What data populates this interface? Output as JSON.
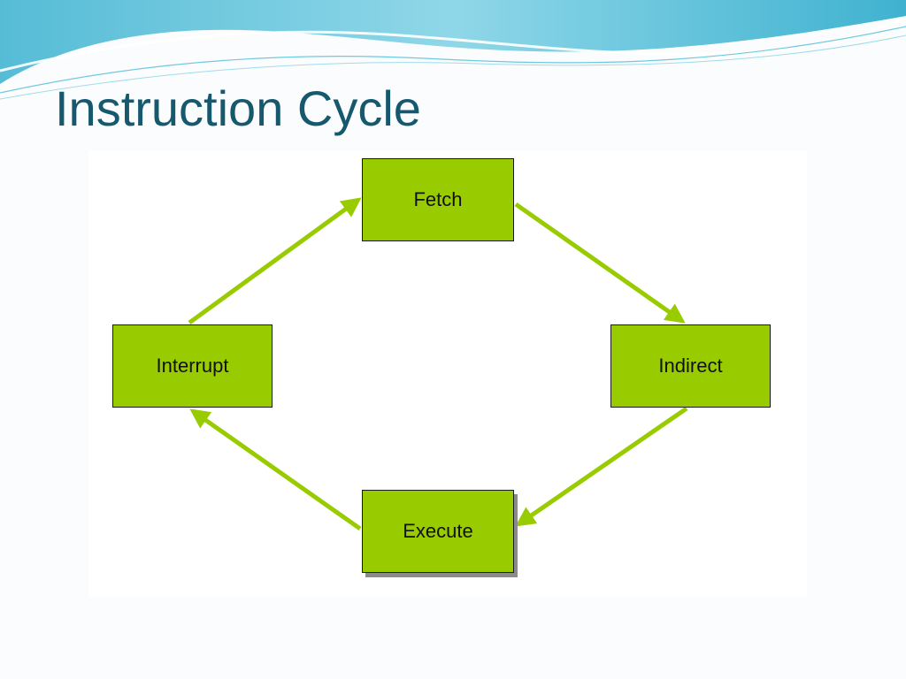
{
  "slide": {
    "title": "Instruction Cycle"
  },
  "diagram": {
    "stages": {
      "fetch": "Fetch",
      "indirect": "Indirect",
      "execute": "Execute",
      "interrupt": "Interrupt"
    },
    "flow": [
      {
        "from": "Interrupt",
        "to": "Fetch"
      },
      {
        "from": "Fetch",
        "to": "Indirect"
      },
      {
        "from": "Indirect",
        "to": "Execute"
      },
      {
        "from": "Execute",
        "to": "Interrupt"
      }
    ]
  },
  "colors": {
    "title": "#16596f",
    "box_fill": "#99cc00",
    "arrow": "#99cc00",
    "wave_dark": "#2aa9c9",
    "wave_light": "#a8e4f0"
  }
}
